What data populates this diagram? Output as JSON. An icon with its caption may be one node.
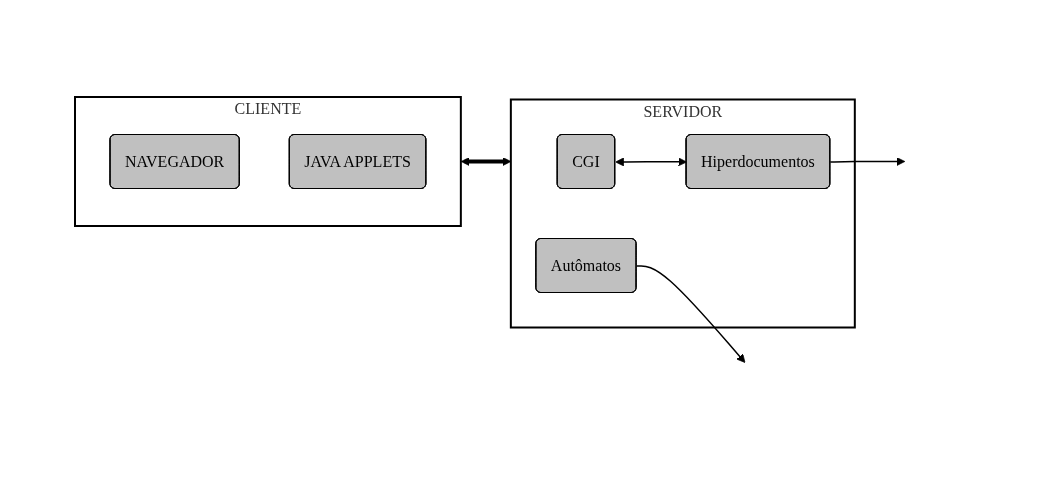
{
  "diagram": {
    "nodes": [
      {
        "text": [
          "CLIENTE"
        ]
      },
      {
        "text": [
          "NAVEGADOR"
        ],
        "in": 0
      },
      {
        "text": [
          "JAVA APPLETS"
        ],
        "in": 0
      },
      {
        "text": [
          "SERVIDOR"
        ]
      },
      {
        "text": [
          "CGI"
        ],
        "in": 3
      },
      {
        "text": [
          "Hiperdocumentos"
        ],
        "in": 3
      },
      {
        "text": [
          "Autômatos"
        ],
        "in": 3
      }
    ],
    "edges": [
      {
        "from": 0,
        "to": 3,
        "arrow": "both",
        "style": "thick"
      },
      {
        "from": 5,
        "to": null,
        "arrow": "to"
      },
      {
        "from": 4,
        "to": 5,
        "arrow": "both"
      },
      {
        "from": 6,
        "to": null,
        "arrow": "to"
      }
    ]
  }
}
